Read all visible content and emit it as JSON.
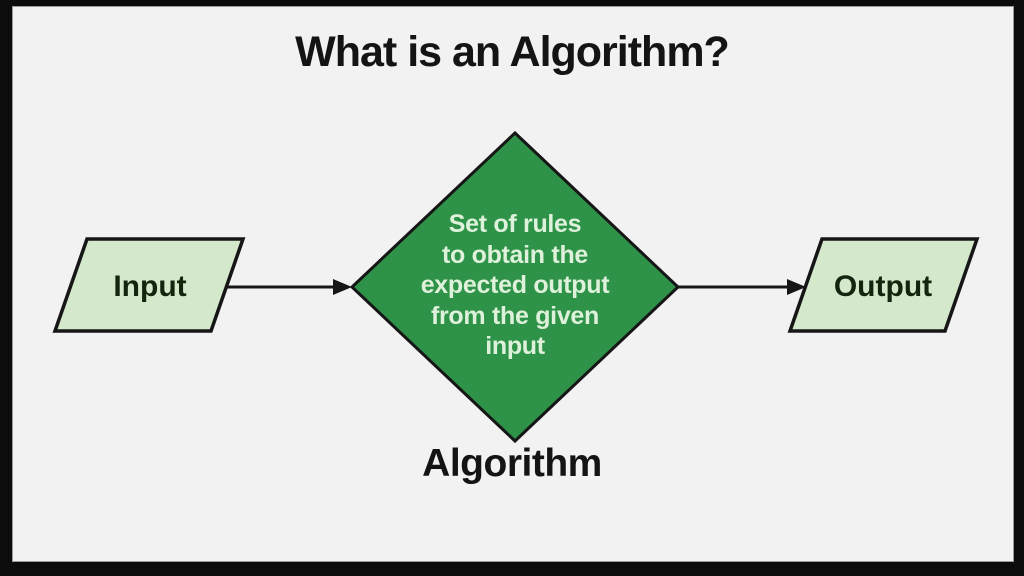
{
  "title": "What is an Algorithm?",
  "diagram": {
    "input_label": "Input",
    "output_label": "Output",
    "diamond_lines": [
      "Set of rules",
      "to obtain the",
      "expected output",
      "from the given",
      "input"
    ],
    "caption": "Algorithm",
    "colors": {
      "frame": "#0c0c0c",
      "canvas_background": "#f2f2f2",
      "diamond_fill": "#2e9348",
      "diamond_text": "#def1da",
      "io_fill": "#d4e8cb",
      "stroke": "#161616"
    }
  }
}
